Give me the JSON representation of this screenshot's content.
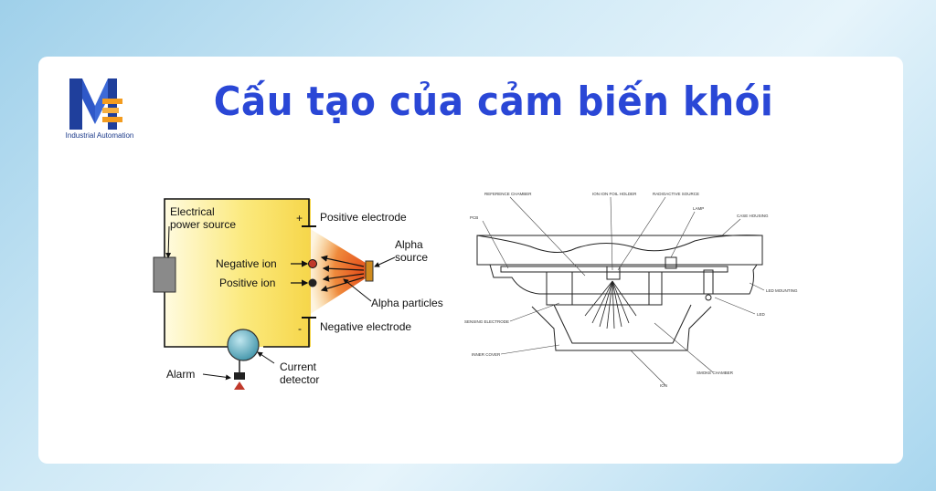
{
  "header": {
    "title": "Cấu tạo của cảm biến khói",
    "brand_tagline": "Industrial Automation"
  },
  "ionization_diagram": {
    "labels": {
      "power_source": "Electrical power source",
      "positive_sign": "+",
      "negative_sign": "-",
      "positive_electrode": "Positive electrode",
      "negative_electrode": "Negative electrode",
      "negative_ion": "Negative ion",
      "positive_ion": "Positive ion",
      "alpha_source": "Alpha source",
      "alpha_particles": "Alpha particles",
      "current_detector": "Current detector",
      "alarm": "Alarm"
    }
  },
  "section_drawing": {
    "labels": {
      "reference_chamber": "REFERENCE CHAMBER",
      "ion_foil": "ION ION FOIL HOLDER",
      "radioactive_source": "RADIOACTIVE SOURCE",
      "lamp": "LAMP",
      "case_housing": "CASE HOUSING",
      "pcb": "PCB",
      "led_mounting": "LED MOUNTING",
      "led": "LED",
      "sensing_electrode": "SENSING ELECTRODE",
      "inner_cover": "INNER COVER",
      "smoke_chamber": "SMOKE CHAMBER",
      "ion": "ION"
    }
  },
  "colors": {
    "title": "#2a47d6",
    "logo_blue": "#1f3f9c",
    "logo_orange": "#f39c1f",
    "glow": "#e8742a"
  }
}
